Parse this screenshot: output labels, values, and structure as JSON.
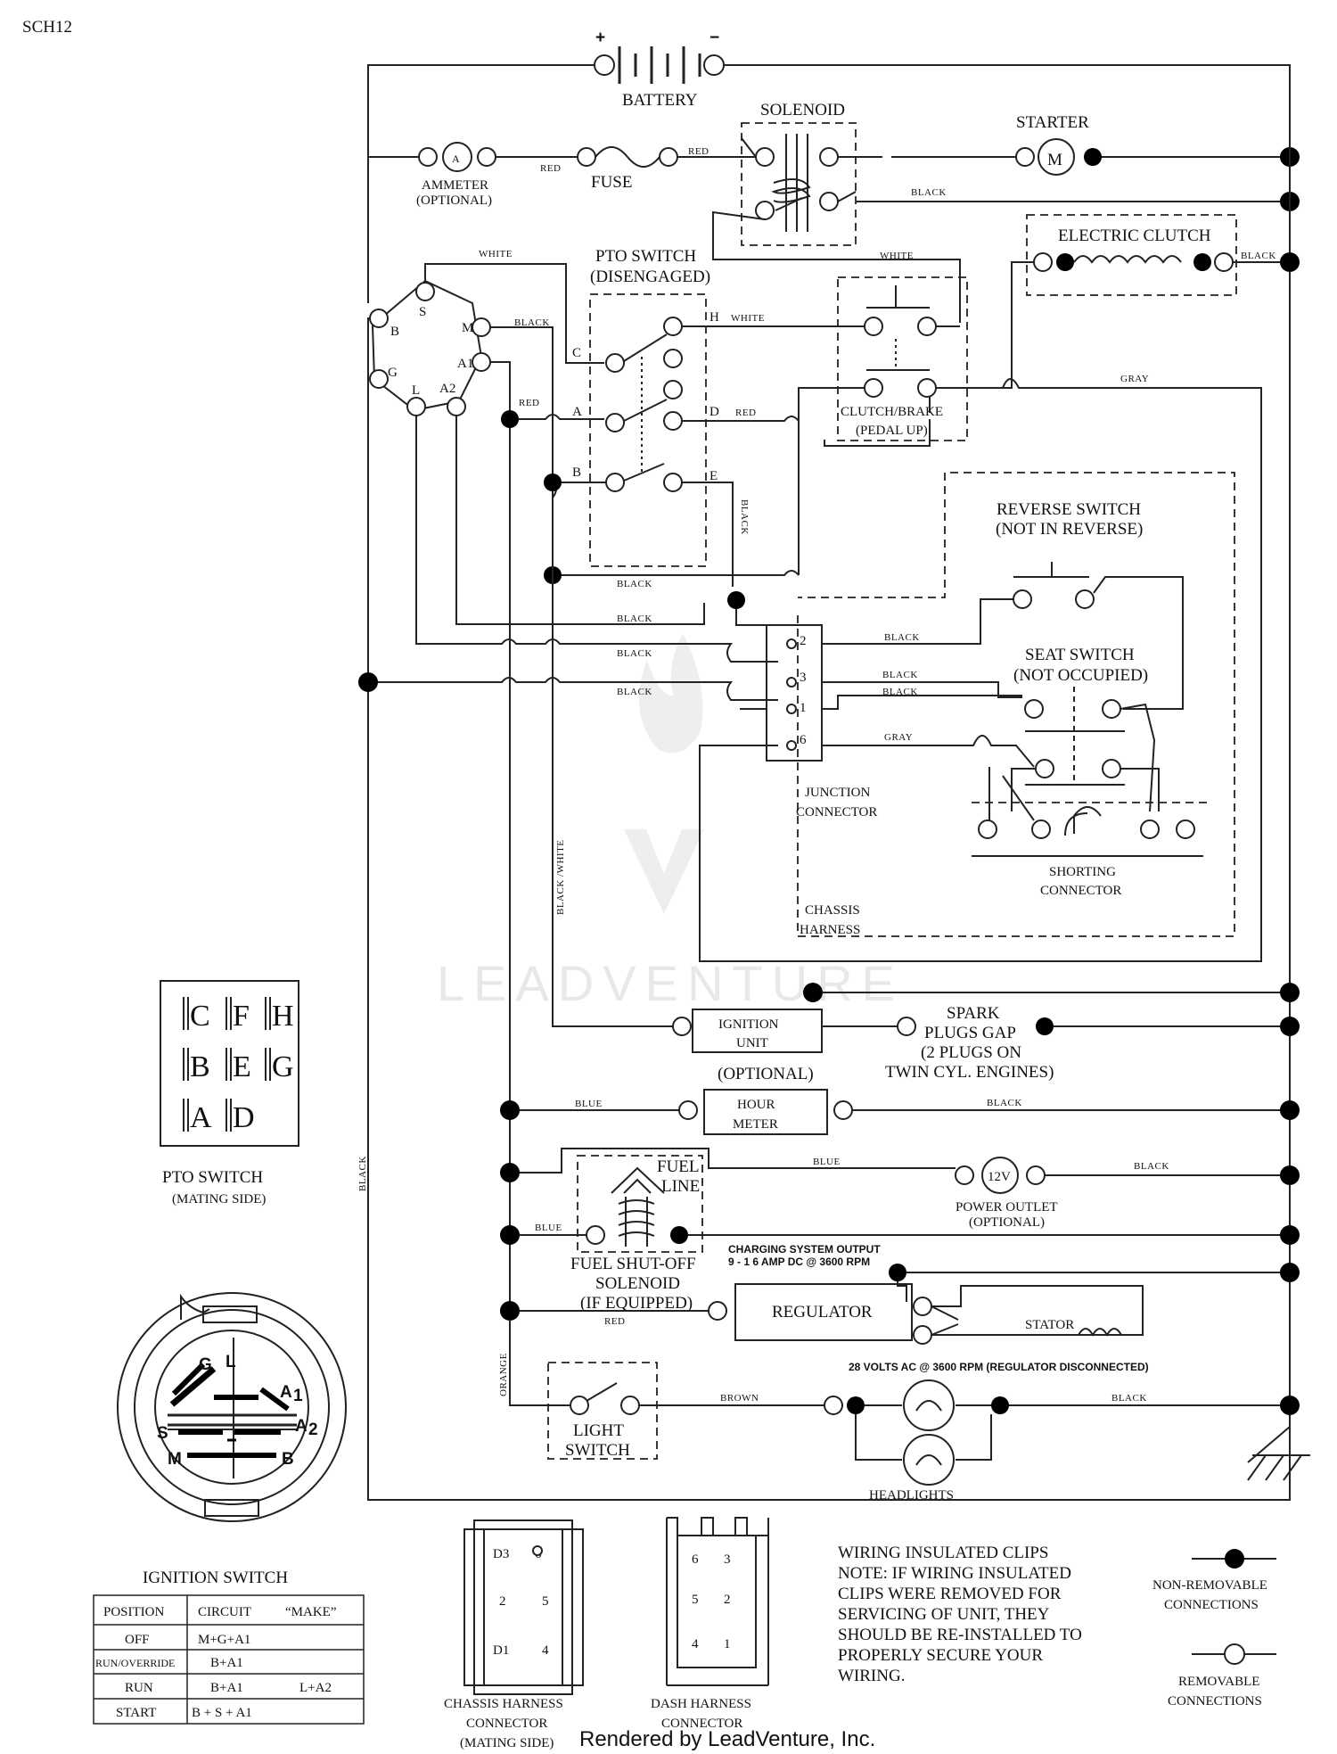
{
  "page_code": "SCH12",
  "components": {
    "battery": "BATTERY",
    "battery_plus": "+",
    "battery_minus": "−",
    "solenoid": "SOLENOID",
    "starter": "STARTER",
    "starter_symbol": "M",
    "ammeter_symbol": "A",
    "ammeter": "AMMETER",
    "ammeter_note": "(OPTIONAL)",
    "fuse": "FUSE",
    "electric_clutch": "ELECTRIC CLUTCH",
    "pto_switch": "PTO SWITCH",
    "pto_switch_state": "(DISENGAGED)",
    "clutch_brake": "CLUTCH/BRAKE",
    "clutch_brake_state": "(PEDAL UP)",
    "reverse_switch": "REVERSE SWITCH",
    "reverse_switch_state": "(NOT IN REVERSE)",
    "seat_switch": "SEAT SWITCH",
    "seat_switch_state": "(NOT OCCUPIED)",
    "junction_connector_1": "JUNCTION",
    "junction_connector_2": "CONNECTOR",
    "shorting_connector_1": "SHORTING",
    "shorting_connector_2": "CONNECTOR",
    "chassis_harness_1": "CHASSIS",
    "chassis_harness_2": "HARNESS",
    "ignition_unit_1": "IGNITION",
    "ignition_unit_2": "UNIT",
    "spark_plugs_1": "SPARK",
    "spark_plugs_2": "PLUGS GAP",
    "spark_plugs_3": "(2 PLUGS ON",
    "spark_plugs_4": "TWIN CYL. ENGINES)",
    "hour_meter_optional": "(OPTIONAL)",
    "hour_meter_1": "HOUR",
    "hour_meter_2": "METER",
    "fuel_line_1": "FUEL",
    "fuel_line_2": "LINE",
    "power_outlet_symbol": "12V",
    "power_outlet": "POWER OUTLET",
    "power_outlet_note": "(OPTIONAL)",
    "fuel_solenoid_1": "FUEL SHUT-OFF",
    "fuel_solenoid_2": "SOLENOID",
    "fuel_solenoid_3": "(IF EQUIPPED)",
    "charging_output_1": "CHARGING SYSTEM OUTPUT",
    "charging_output_2": "9 - 1 6 AMP DC @ 3600 RPM",
    "regulator": "REGULATOR",
    "stator": "STATOR",
    "stator_note": "28 VOLTS AC @ 3600 RPM (REGULATOR DISCONNECTED)",
    "light_switch_1": "LIGHT",
    "light_switch_2": "SWITCH",
    "headlights": "HEADLIGHTS"
  },
  "wire_colors": {
    "red": "RED",
    "black": "BLACK",
    "white": "WHITE",
    "gray": "GRAY",
    "blue": "BLUE",
    "brown": "BROWN",
    "orange": "ORANGE",
    "black_white": "BLACK /WHITE"
  },
  "ignition_terminals": {
    "s": "S",
    "b": "B",
    "m": "M",
    "a1": "A1",
    "g": "G",
    "l": "L",
    "a2": "A2"
  },
  "pto_terminals": {
    "c": "C",
    "a": "A",
    "b": "B",
    "h": "H",
    "d": "D",
    "e": "E"
  },
  "junction_pins": [
    "2",
    "3",
    "1",
    "6"
  ],
  "pto_mating": {
    "letters": [
      "C",
      "F",
      "H",
      "B",
      "E",
      "G",
      "A",
      "D"
    ],
    "title": "PTO SWITCH",
    "subtitle": "(MATING SIDE)"
  },
  "ignition_face": {
    "letters": {
      "g": "G",
      "l": "L",
      "a1": "A",
      "a1_sub": "1",
      "a2": "A",
      "a2_sub": "2",
      "s": "S",
      "m": "M",
      "b": "B"
    },
    "title": "IGNITION SWITCH"
  },
  "ignition_table": {
    "headers": [
      "POSITION",
      "CIRCUIT",
      "“MAKE”"
    ],
    "rows": [
      {
        "position": "OFF",
        "circuit": "M+G+A1",
        "make": ""
      },
      {
        "position": "RUN/OVERRIDE",
        "circuit": "B+A1",
        "make": ""
      },
      {
        "position": "RUN",
        "circuit": "B+A1",
        "make": "L+A2"
      },
      {
        "position": "START",
        "circuit": "B + S + A1",
        "make": ""
      }
    ]
  },
  "chassis_connector": {
    "pins": [
      "D3",
      "6",
      "2",
      "5",
      "D1",
      "4"
    ],
    "label_1": "CHASSIS HARNESS",
    "label_2": "CONNECTOR",
    "label_3": "(MATING SIDE)"
  },
  "dash_connector": {
    "pins": [
      "6",
      "3",
      "5",
      "2",
      "4",
      "1"
    ],
    "label_1": "DASH HARNESS",
    "label_2": "CONNECTOR"
  },
  "notes": {
    "line_1": "WIRING INSULATED CLIPS",
    "line_2": "NOTE:  IF WIRING INSULATED",
    "line_3": "CLIPS WERE REMOVED FOR",
    "line_4": "SERVICING OF UNIT, THEY",
    "line_5": "SHOULD BE RE-INSTALLED TO",
    "line_6": "PROPERLY SECURE YOUR",
    "line_7": "WIRING."
  },
  "legend": {
    "nonremovable_1": "NON-REMOVABLE",
    "nonremovable_2": "CONNECTIONS",
    "removable_1": "REMOVABLE",
    "removable_2": "CONNECTIONS"
  },
  "watermark": "LEADVENTURE",
  "footer": "Rendered by LeadVenture, Inc."
}
